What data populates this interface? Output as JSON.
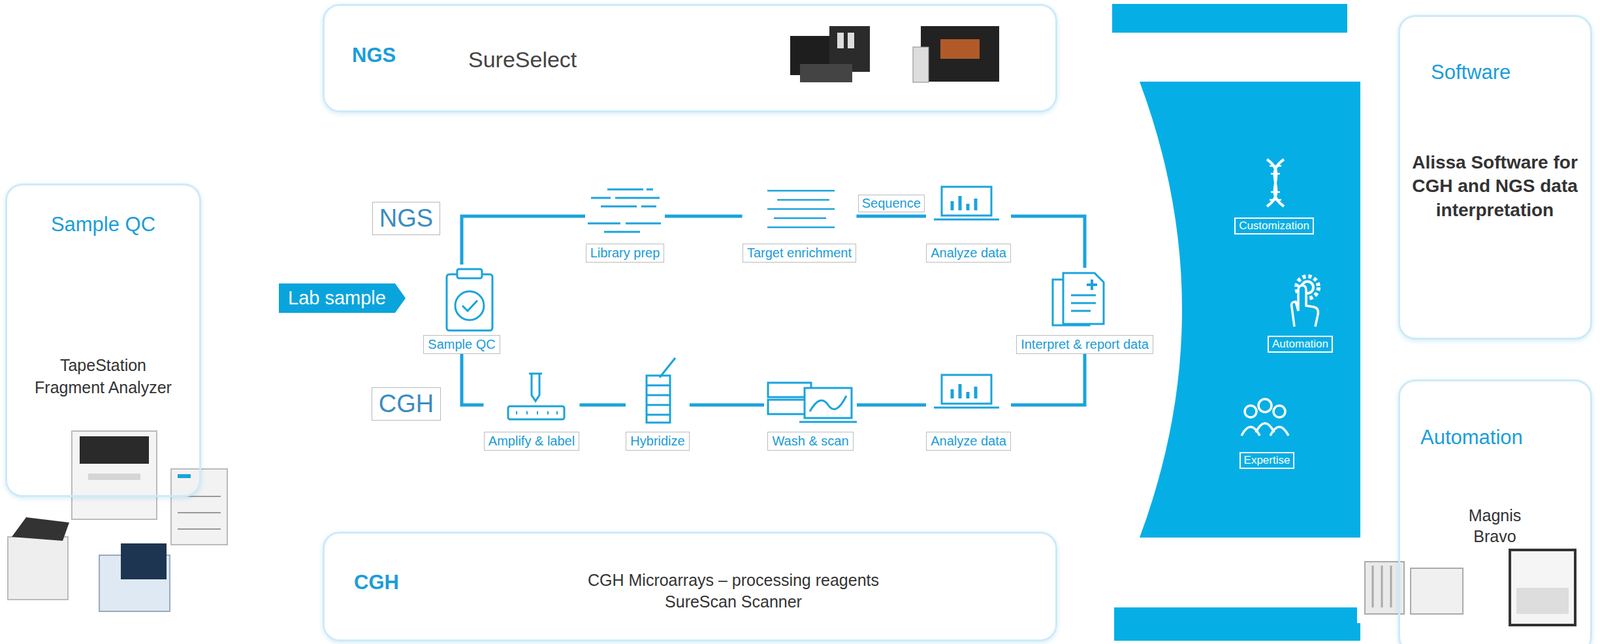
{
  "diagram": {
    "nodes": [
      {
        "text": [
          "Sample QC",
          "TapeStation",
          "Fragment Analyzer"
        ]
      },
      {
        "text": [
          "NGS",
          "SureSelect"
        ]
      },
      {
        "text": [
          "Software",
          "Alissa Software for CGH and NGS data interpretation"
        ]
      },
      {
        "text": [
          "Lab sample"
        ]
      },
      {
        "text": [
          "NGS"
        ]
      },
      {
        "text": [
          "Sample QC"
        ]
      },
      {
        "text": [
          "CGH"
        ]
      },
      {
        "text": [
          "Library prep"
        ]
      },
      {
        "text": [
          "Target enrichment"
        ]
      },
      {
        "text": [
          "Analyze data"
        ]
      },
      {
        "text": [
          "Amplify & label"
        ]
      },
      {
        "text": [
          "Hybridize"
        ]
      },
      {
        "text": [
          "Wash & scan"
        ]
      },
      {
        "text": [
          "Analyze data"
        ]
      },
      {
        "text": [
          "Interpret & report data"
        ]
      },
      {
        "text": [
          "Customization"
        ]
      },
      {
        "text": [
          "Automation"
        ]
      },
      {
        "text": [
          "Expertise"
        ]
      },
      {
        "text": [
          "Automation",
          "Magnis",
          "Bravo"
        ]
      },
      {
        "text": [
          "CGH",
          "CGH Microarrays – processing reagents",
          "SureScan Scanner"
        ]
      }
    ],
    "edges": [
      {
        "from": 5,
        "to": 7,
        "arrow": "none"
      },
      {
        "from": 7,
        "to": 8,
        "arrow": "none"
      },
      {
        "from": 8,
        "to": 9,
        "label": "Sequence",
        "arrow": "none"
      },
      {
        "from": 9,
        "to": 14,
        "arrow": "none"
      },
      {
        "from": 5,
        "to": 10,
        "arrow": "none"
      },
      {
        "from": 10,
        "to": 11,
        "arrow": "none"
      },
      {
        "from": 11,
        "to": 12,
        "arrow": "none"
      },
      {
        "from": 12,
        "to": 13,
        "arrow": "none"
      },
      {
        "from": 13,
        "to": 14,
        "arrow": "none"
      }
    ]
  }
}
